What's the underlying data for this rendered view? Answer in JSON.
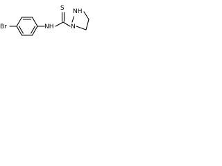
{
  "molecule": {
    "atoms": {
      "bromine": "Br",
      "amide_nitrogen": "NH",
      "ring_nitrogen_nh": "NH",
      "ring_nitrogen": "N",
      "thione_sulfur": "S"
    }
  }
}
